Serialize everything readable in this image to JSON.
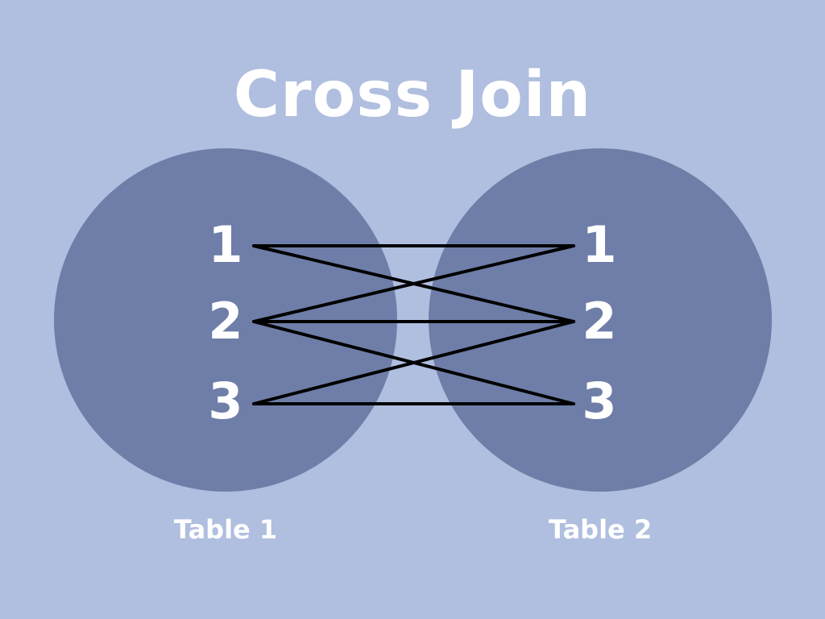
{
  "title": "Cross Join",
  "colors": {
    "background": "#b0bedf",
    "circle": "#6e7ea8",
    "text": "#ffffff",
    "lines": "#000000"
  },
  "tables": [
    {
      "label": "Table 1",
      "rows": [
        "1",
        "2",
        "3"
      ]
    },
    {
      "label": "Table 2",
      "rows": [
        "1",
        "2",
        "3"
      ]
    }
  ],
  "connections": [
    {
      "from": "1",
      "to": "1"
    },
    {
      "from": "1",
      "to": "2"
    },
    {
      "from": "2",
      "to": "1"
    },
    {
      "from": "2",
      "to": "2"
    },
    {
      "from": "2",
      "to": "3"
    },
    {
      "from": "3",
      "to": "2"
    },
    {
      "from": "3",
      "to": "3"
    }
  ]
}
